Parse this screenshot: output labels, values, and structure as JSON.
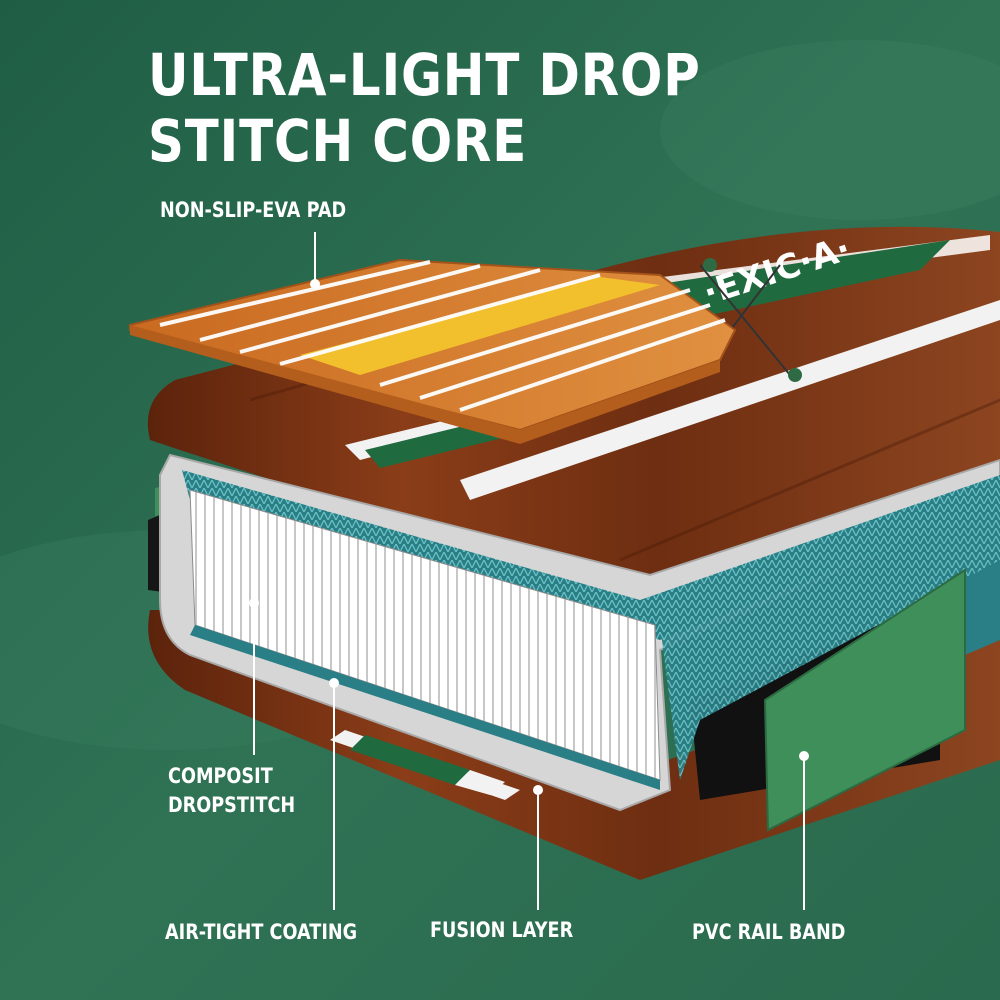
{
  "title": {
    "line1": "ULTRA-LIGHT DROP",
    "line2": "STITCH CORE"
  },
  "brand_text": "·EXIC·A·",
  "labels": {
    "pad": "NON-SLIP-EVA PAD",
    "dropstitch_line1": "COMPOSIT",
    "dropstitch_line2": "DROPSTITCH",
    "coating": "AIR-TIGHT COATING",
    "fusion": "FUSION LAYER",
    "rail": "PVC RAIL BAND"
  },
  "colors": {
    "background": "#2f6e52",
    "pad": "#d57d2c",
    "pad_stripe": "#f2c02c",
    "wood": "#7a3414",
    "accent_green": "#1f6b3f",
    "coating": "#d8d8d8",
    "dropstitch_fabric": "#2c8a8a",
    "rail_band": "#3f8f5a"
  }
}
